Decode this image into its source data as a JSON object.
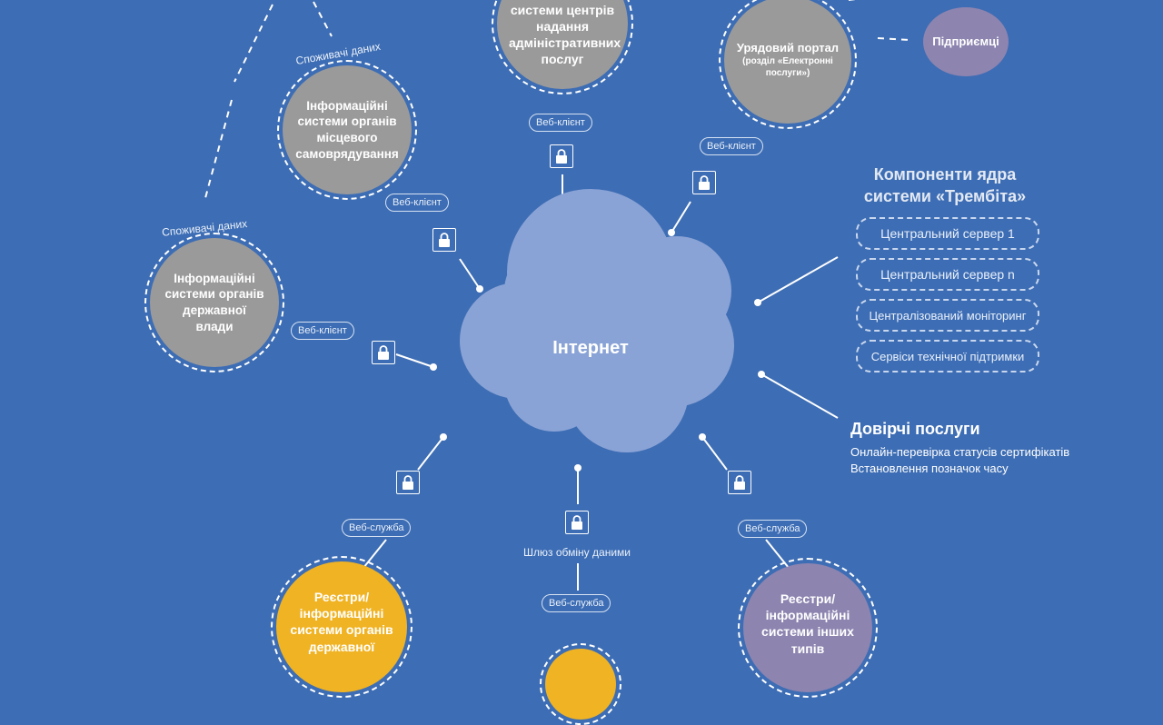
{
  "center": {
    "label": "Інтернет"
  },
  "nodes": {
    "centers": "системи центрів надання адміністративних послуг",
    "gov_portal_title": "Урядовий портал",
    "gov_portal_sub": "(розділ «Електронні послуги»)",
    "enterprises": "Підприємці",
    "local_gov": "Інформаційні системи органів місцевого самоврядування",
    "state_gov": "Інформаційні системи органів державної влади",
    "registries_state": "Реєстри/ інформаційні системи органів державної",
    "registries_other": "Реєстри/ інформаційні системи інших типів"
  },
  "arc_labels": {
    "consumers_1": "Споживачі даних",
    "consumers_2": "Споживачі даних"
  },
  "pills": {
    "web_client_1": "Веб-клієнт",
    "web_client_2": "Веб-клієнт",
    "web_client_3": "Веб-клієнт",
    "web_client_4": "Веб-клієнт",
    "web_service_1": "Веб-служба",
    "web_service_2": "Веб-служба",
    "web_service_3": "Веб-служба"
  },
  "gateway_label": "Шлюз обміну даними",
  "core": {
    "title_line1": "Компоненти ядра",
    "title_line2": "системи «Трембіта»",
    "items": [
      "Центральний сервер 1",
      "Центральний сервер n",
      "Централізований моніторинг",
      "Сервіси технічної підтримки"
    ]
  },
  "trust": {
    "title": "Довірчі послуги",
    "line1": "Онлайн-перевірка статусів сертифікатів",
    "line2": "Встановлення позначок часу"
  },
  "colors": {
    "background": "#3d6db4",
    "cloud": "#8aa3d6",
    "gray_node": "#9a9a9a",
    "yellow_node": "#f0b323",
    "purple_node": "#8d84b0"
  }
}
